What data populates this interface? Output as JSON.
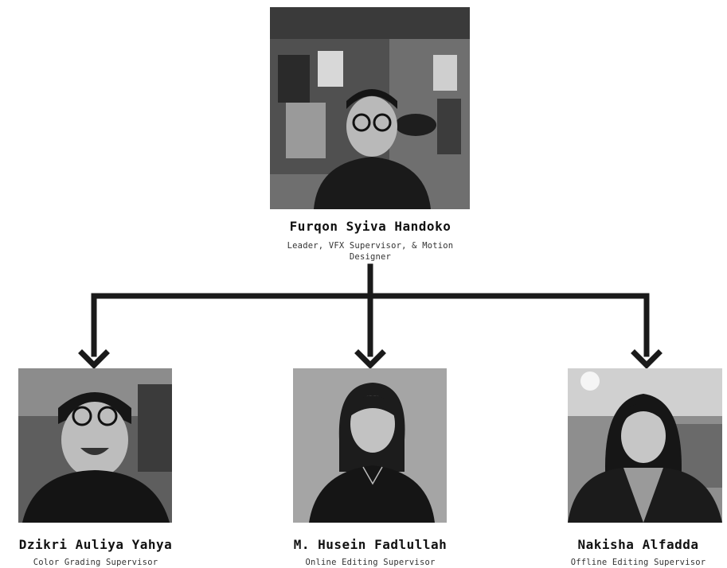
{
  "leader": {
    "name": "Furqon Syiva Handoko",
    "role": "Leader, VFX Supervisor, & Motion Designer"
  },
  "members": [
    {
      "name": "Dzikri Auliya Yahya",
      "role": "Color Grading Supervisor"
    },
    {
      "name": "M. Husein Fadlullah",
      "role": "Online Editing Supervisor"
    },
    {
      "name": "Nakisha Alfadda",
      "role": "Offline Editing Supervisor"
    }
  ],
  "colors": {
    "connector": "#1a1a1a",
    "background": "#ffffff"
  }
}
